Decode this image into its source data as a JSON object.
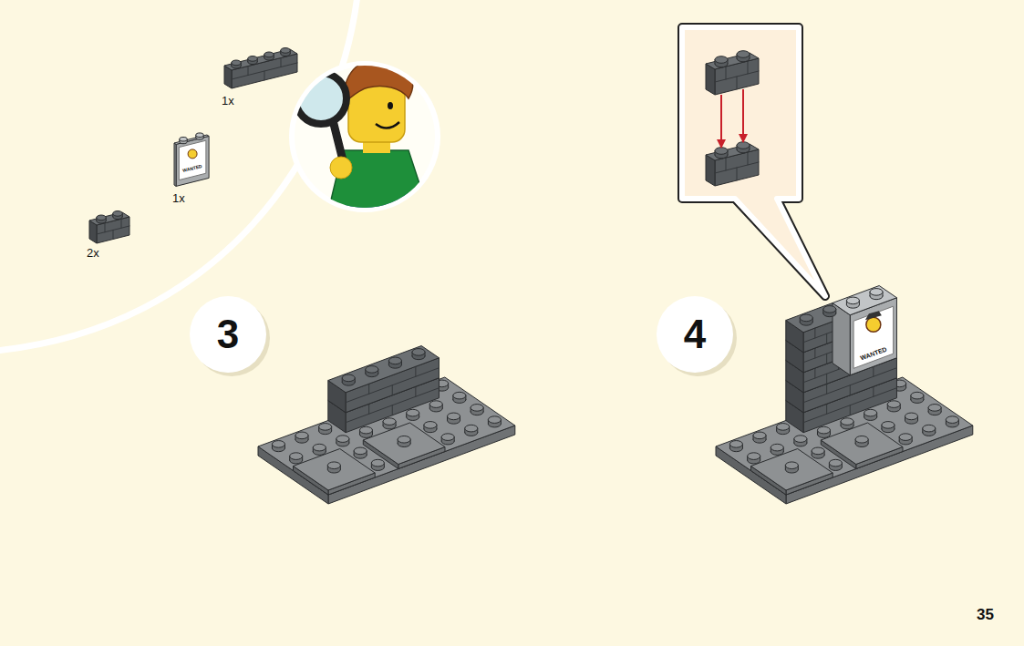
{
  "diagram": {
    "nodes": [
      {
        "text": [
          "3"
        ]
      },
      {
        "text": [
          "4"
        ]
      }
    ],
    "labels": [
      "1x",
      "1x",
      "2x",
      "WANTED",
      "WANTED",
      "35"
    ]
  }
}
